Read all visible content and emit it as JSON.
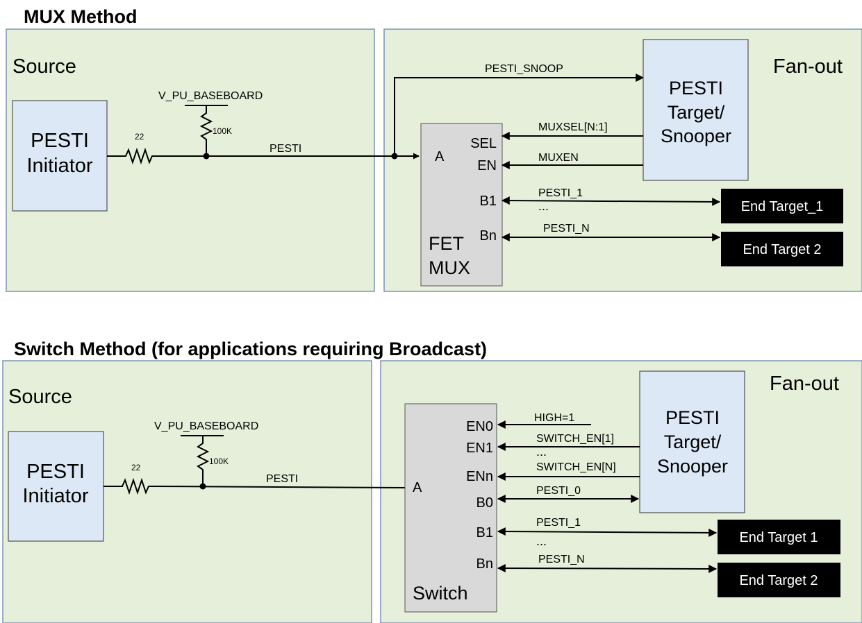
{
  "mux": {
    "title": "MUX Method",
    "source_label": "Source",
    "fanout_label": "Fan-out",
    "initiator_line1": "PESTI",
    "initiator_line2": "Initiator",
    "resistor_value": "22",
    "pullup_rail": "V_PU_BASEBOARD",
    "pullup_value": "100K",
    "pesti_net": "PESTI",
    "snoop_net": "PESTI_SNOOP",
    "target_line1": "PESTI",
    "target_line2": "Target/",
    "target_line3": "Snooper",
    "muxsel_net": "MUXSEL[N:1]",
    "muxen_net": "MUXEN",
    "pin_a": "A",
    "pin_sel": "SEL",
    "pin_en": "EN",
    "pin_b1": "B1",
    "pin_bn": "Bn",
    "mux_label_line1": "FET",
    "mux_label_line2": "MUX",
    "net_1": "PESTI_1",
    "net_n": "PESTI_N",
    "ellipsis": "...",
    "end_target_1": "End Target_1",
    "end_target_2": "End Target 2"
  },
  "switch": {
    "title": "Switch Method (for applications requiring Broadcast)",
    "source_label": "Source",
    "fanout_label": "Fan-out",
    "initiator_line1": "PESTI",
    "initiator_line2": "Initiator",
    "resistor_value": "22",
    "pullup_rail": "V_PU_BASEBOARD",
    "pullup_value": "100K",
    "pesti_net": "PESTI",
    "target_line1": "PESTI",
    "target_line2": "Target/",
    "target_line3": "Snooper",
    "high_net": "HIGH=1",
    "en1_net": "SWITCH_EN[1]",
    "enn_net": "SWITCH_EN[N]",
    "net_0": "PESTI_0",
    "net_1": "PESTI_1",
    "net_n": "PESTI_N",
    "ellipsis": "...",
    "pin_en0": "EN0",
    "pin_en1": "EN1",
    "pin_enn": "ENn",
    "pin_a": "A",
    "pin_b0": "B0",
    "pin_b1": "B1",
    "pin_bn": "Bn",
    "switch_label": "Switch",
    "end_target_1": "End Target 1",
    "end_target_2": "End Target 2"
  },
  "colors": {
    "panel_fill": "#e6efd9",
    "panel_border": "#7b96b4",
    "block_fill": "#dce8f5",
    "mux_fill": "#d9d9d9",
    "end_target_fill": "#000000",
    "end_target_text": "#ffffff"
  }
}
